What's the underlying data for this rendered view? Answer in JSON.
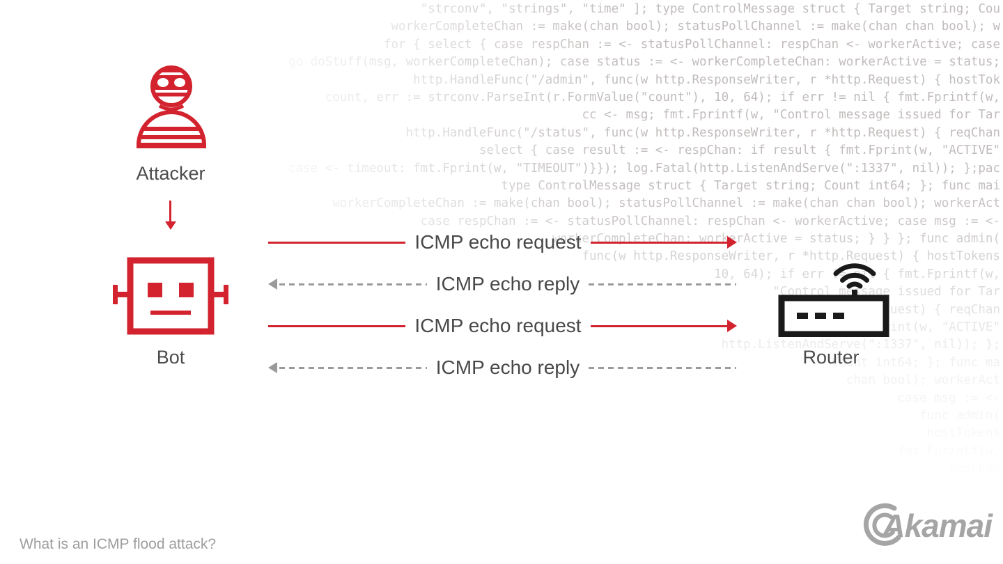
{
  "background_code": {
    "lines": [
      "\"strconv\", \"strings\", \"time\" ]; type ControlMessage struct { Target string; Cou",
      "workerCompleteChan := make(chan bool); statusPollChannel := make(chan chan bool); w",
      "for { select { case respChan := <- statusPollChannel: respChan <- workerActive; case",
      "go doStuff(msg, workerCompleteChan); case status := <- workerCompleteChan: workerActive = status;",
      "http.HandleFunc(\"/admin\", func(w http.ResponseWriter, r *http.Request) { hostTok",
      "count, err := strconv.ParseInt(r.FormValue(\"count\"), 10, 64); if err != nil { fmt.Fprintf(w,",
      "cc <- msg; fmt.Fprintf(w, \"Control message issued for Tar",
      "http.HandleFunc(\"/status\", func(w http.ResponseWriter, r *http.Request) { reqChan",
      "select { case result := <- respChan: if result { fmt.Fprint(w, \"ACTIVE\"",
      "case <- timeout: fmt.Fprint(w, \"TIMEOUT\")}}); log.Fatal(http.ListenAndServe(\":1337\", nil)); };pac",
      "type ControlMessage struct { Target string; Count int64; }; func mai",
      "workerCompleteChan := make(chan bool); statusPollChannel := make(chan chan bool); workerAct",
      "case respChan := <- statusPollChannel: respChan <- workerActive; case msg := <-",
      "workerCompleteChan: workerActive = status; } } }; func admin(",
      "func(w http.ResponseWriter, r *http.Request) { hostTokens",
      "10, 64); if err != nil { fmt.Fprintf(w,",
      "\"Control message issued for Tar",
      "r *http.Request) { reqChan",
      "fmt.Fprint(w, \"ACTIVE\"",
      "http.ListenAndServe(\":1337\", nil)); };",
      "Count int64; }; func ma",
      "chan bool); workerAct",
      "case msg := <-",
      "func admin(",
      "hostTokens",
      "fmt.Fprintf(w,",
      "reqChan"
    ]
  },
  "diagram": {
    "attacker": {
      "label": "Attacker"
    },
    "bot": {
      "label": "Bot"
    },
    "router": {
      "label": "Router"
    },
    "messages": [
      {
        "type": "request",
        "label": "ICMP echo request"
      },
      {
        "type": "reply",
        "label": "ICMP echo reply"
      },
      {
        "type": "request",
        "label": "ICMP echo request"
      },
      {
        "type": "reply",
        "label": "ICMP echo reply"
      }
    ]
  },
  "footer": {
    "caption": "What is an ICMP flood attack?",
    "brand": "Akamai"
  },
  "colors": {
    "accent_red": "#d2232e",
    "node_label_gray": "#4b4b4b",
    "message_label_gray": "#484848",
    "dash_gray": "#9a9a9a",
    "code_gray": "#c2bcbc",
    "caption_gray": "#9d9d9d",
    "brand_gray": "#a5a5a5"
  }
}
